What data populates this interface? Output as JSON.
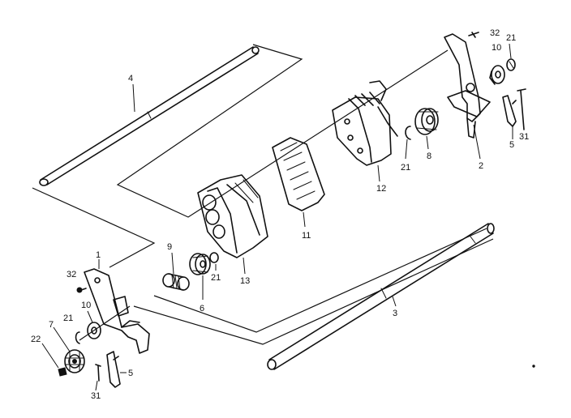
{
  "labels": {
    "rod_4": "4",
    "rod_3": "3",
    "frame_right": "2",
    "frame_left": "1",
    "screw_32_right": "32",
    "washer_21_right_top": "21",
    "bushing_10_right": "10",
    "lever_5_right": "5",
    "screw_31_right": "31",
    "gear_8": "8",
    "ring_21_mid_right": "21",
    "block_12": "12",
    "pad_11": "11",
    "block_13": "13",
    "ring_21_mid_left": "21",
    "gear_6": "6",
    "spring_9": "9",
    "screw_32_left": "32",
    "washer_21_left": "21",
    "bushing_10_left": "10",
    "gear_7": "7",
    "nut_22": "22",
    "lever_5_left": "5",
    "screw_31_left": "31"
  }
}
